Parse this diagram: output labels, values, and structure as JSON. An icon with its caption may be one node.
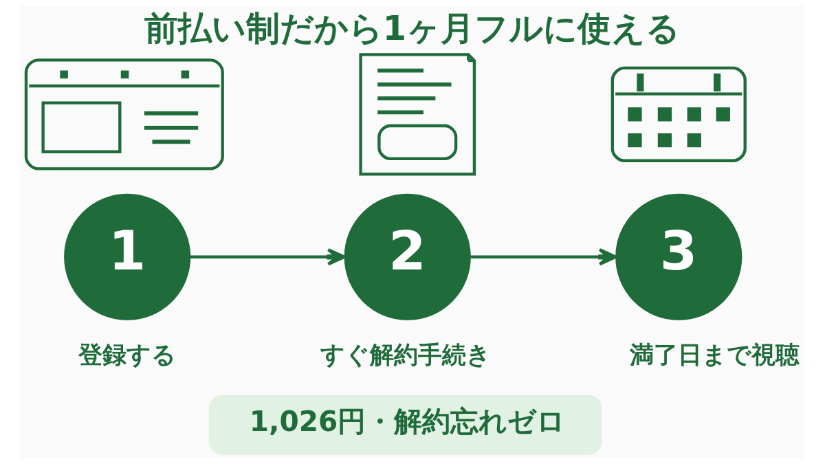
{
  "diagram": {
    "title": "前払い制だから1ヶ月フルに使える",
    "nodes": [
      {
        "text": [],
        "shape": "picture"
      },
      {
        "text": [],
        "shape": "picture"
      },
      {
        "text": [],
        "shape": "picture"
      },
      {
        "text": [
          "1"
        ],
        "beside": [
          "登録する"
        ]
      },
      {
        "text": [
          "2"
        ],
        "beside": [
          "すぐ解約手続き"
        ]
      },
      {
        "text": [
          "3"
        ],
        "beside": [
          "満了日まで視聴"
        ]
      },
      {
        "text": [
          "1,026円・解約忘れゼロ"
        ]
      }
    ],
    "edges": [
      {
        "from": 3,
        "to": 4,
        "arrow": "to"
      },
      {
        "from": 4,
        "to": 5,
        "arrow": "to"
      }
    ]
  }
}
